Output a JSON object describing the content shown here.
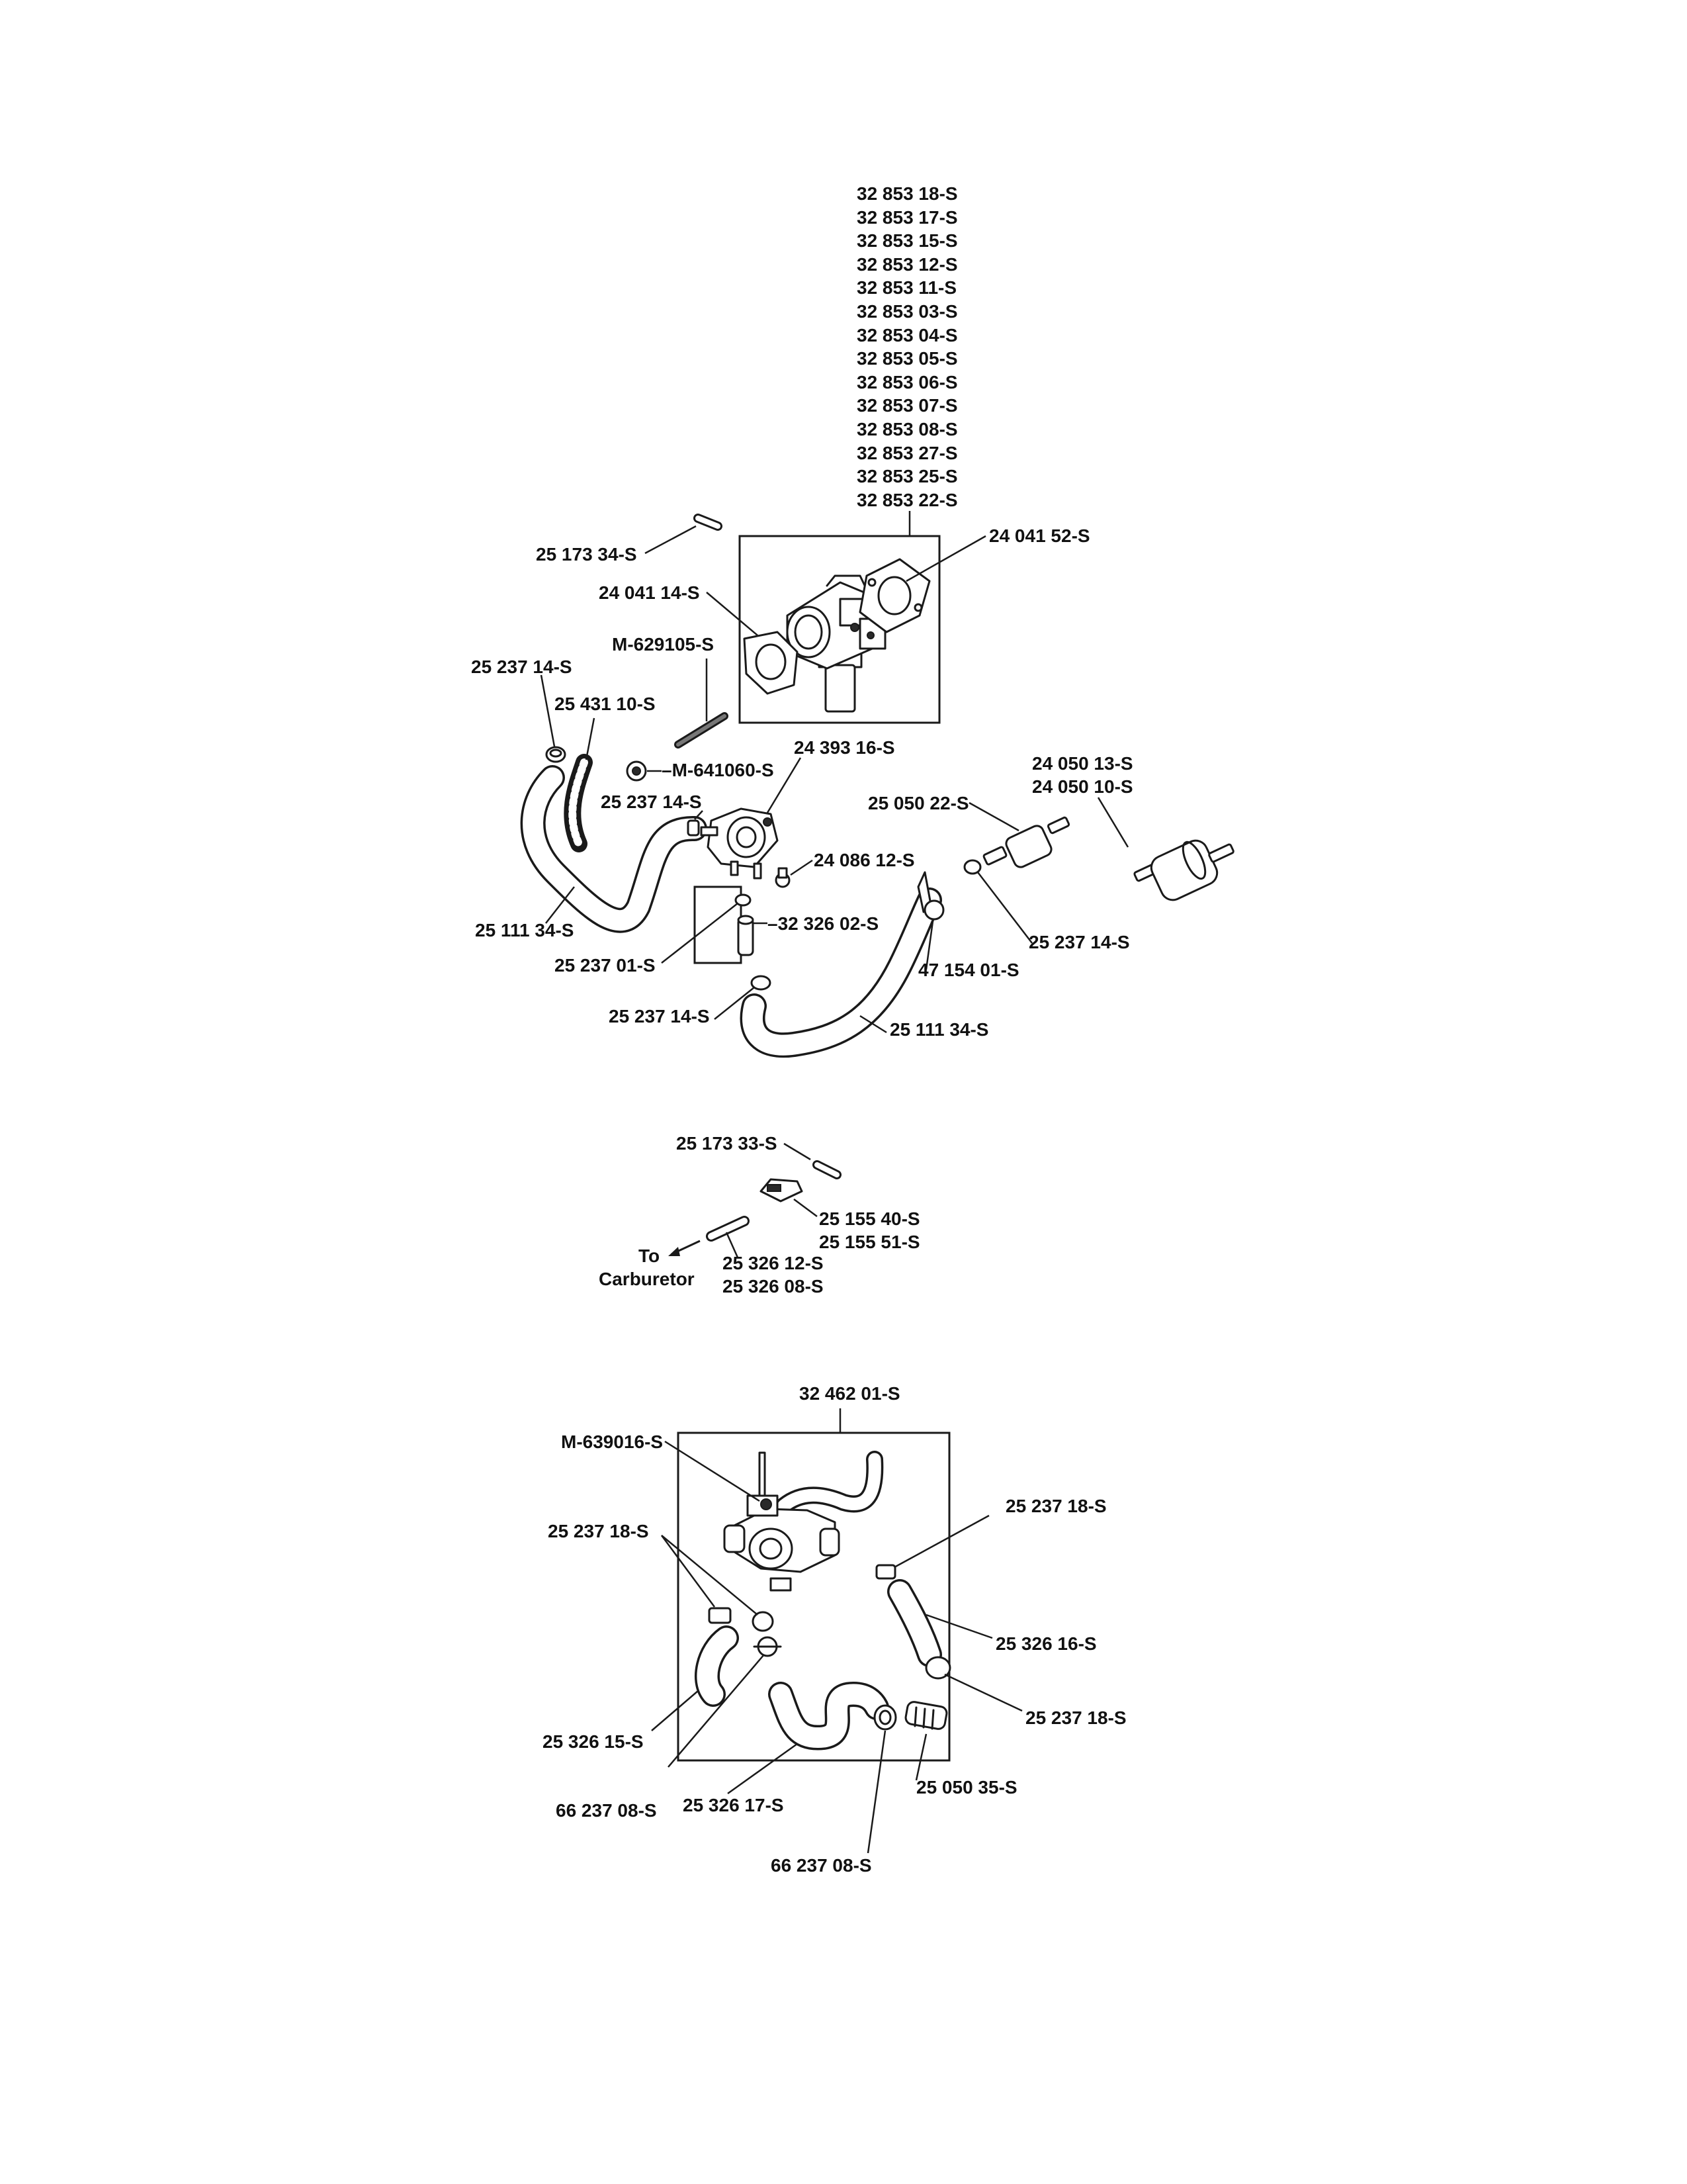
{
  "carburetor_assembly": {
    "carburetor_part_numbers": [
      "32 853 18-S",
      "32 853 17-S",
      "32 853 15-S",
      "32 853 12-S",
      "32 853 11-S",
      "32 853 03-S",
      "32 853 04-S",
      "32 853 05-S",
      "32 853 06-S",
      "32 853 07-S",
      "32 853 08-S",
      "32 853 27-S",
      "32 853 25-S",
      "32 853 22-S"
    ],
    "labels": {
      "vent_pin": "25 173 34-S",
      "gasket_right": "24 041 52-S",
      "gasket_left": "24 041 14-S",
      "stud": "M-629105-S",
      "clamp_top_left": "25 237 14-S",
      "spring_hose": "25 431 10-S",
      "nut": "M-641060-S",
      "fuel_pump": "24 393 16-S",
      "clamp_pump": "25 237 14-S",
      "filter_inline": "25 050 22-S",
      "filter_alt_1": "24 050 13-S",
      "filter_alt_2": "24 050 10-S",
      "fitting": "24 086 12-S",
      "hose_left": "25 111 34-S",
      "pulse_kit": "32 326 02-S",
      "clamp_small": "25 237 01-S",
      "clamp_filter": "25 237 14-S",
      "bracket": "47 154 01-S",
      "clamp_bottom": "25 237 14-S",
      "hose_bottom": "25 111 34-S"
    }
  },
  "vent_assembly": {
    "labels": {
      "pin": "25 173 33-S",
      "valve_1": "25 155 40-S",
      "valve_2": "25 155 51-S",
      "hose_1": "25 326 12-S",
      "hose_2": "25 326  08-S",
      "to": "To",
      "carburetor": "Carburetor"
    }
  },
  "fuel_valve_assembly": {
    "labels": {
      "kit": "32 462 01-S",
      "clip": "M-639016-S",
      "clamp_left": "25 237 18-S",
      "clamp_right_top": "25 237 18-S",
      "hose_right": "25 326 16-S",
      "clamp_right_bottom": "25 237 18-S",
      "hose_left": "25 326 15-S",
      "clamp_bottom_left": "66 237 08-S",
      "hose_middle": "25 326 17-S",
      "filter": "25 050 35-S",
      "clamp_bottom": "66 237 08-S"
    }
  }
}
